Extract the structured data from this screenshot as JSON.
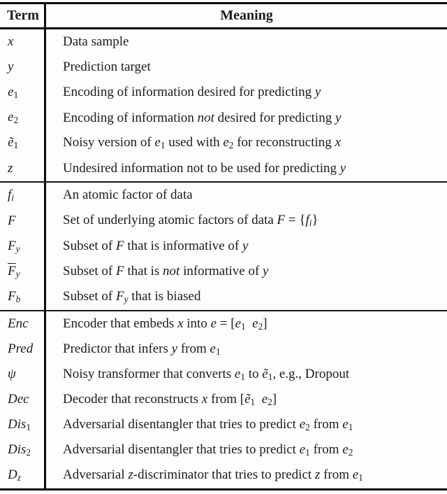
{
  "colors": {
    "background": "#fdfdfd",
    "text": "#1c1c1c",
    "rule": "#0a0a0a"
  },
  "header": {
    "term": "Term",
    "meaning": "Meaning"
  },
  "table": {
    "sections": [
      {
        "rows": [
          {
            "term": [
              {
                "t": "x",
                "s": "i"
              }
            ],
            "meaning": [
              {
                "t": "Data sample"
              }
            ]
          },
          {
            "term": [
              {
                "t": "y",
                "s": "i"
              }
            ],
            "meaning": [
              {
                "t": "Prediction target"
              }
            ]
          },
          {
            "term": [
              {
                "t": "e",
                "s": "i"
              },
              {
                "t": "1",
                "s": "sub"
              }
            ],
            "meaning": [
              {
                "t": "Encoding of information desired for predicting "
              },
              {
                "t": "y",
                "s": "i"
              }
            ]
          },
          {
            "term": [
              {
                "t": "e",
                "s": "i"
              },
              {
                "t": "2",
                "s": "sub"
              }
            ],
            "meaning": [
              {
                "t": "Encoding of information "
              },
              {
                "t": "not",
                "s": "i"
              },
              {
                "t": " desired for predicting "
              },
              {
                "t": "y",
                "s": "i"
              }
            ]
          },
          {
            "term": [
              {
                "t": "ẽ",
                "s": "i"
              },
              {
                "t": "1",
                "s": "sub"
              }
            ],
            "meaning": [
              {
                "t": "Noisy version of "
              },
              {
                "t": "e",
                "s": "i"
              },
              {
                "t": "1",
                "s": "sub"
              },
              {
                "t": " used with "
              },
              {
                "t": "e",
                "s": "i"
              },
              {
                "t": "2",
                "s": "sub"
              },
              {
                "t": " for reconstructing "
              },
              {
                "t": "x",
                "s": "i"
              }
            ]
          },
          {
            "term": [
              {
                "t": "z",
                "s": "i"
              }
            ],
            "meaning": [
              {
                "t": "Undesired information not to be used for predicting "
              },
              {
                "t": "y",
                "s": "i"
              }
            ]
          }
        ]
      },
      {
        "rows": [
          {
            "term": [
              {
                "t": "f",
                "s": "i"
              },
              {
                "t": "i",
                "s": "isub"
              }
            ],
            "meaning": [
              {
                "t": "An atomic factor of data"
              }
            ]
          },
          {
            "term": [
              {
                "t": "F",
                "s": "i"
              }
            ],
            "meaning": [
              {
                "t": "Set of underlying atomic factors of data "
              },
              {
                "t": "F",
                "s": "i"
              },
              {
                "t": " = {"
              },
              {
                "t": "f",
                "s": "i"
              },
              {
                "t": "i",
                "s": "isub"
              },
              {
                "t": "}"
              }
            ]
          },
          {
            "term": [
              {
                "t": "F",
                "s": "i"
              },
              {
                "t": "y",
                "s": "isub"
              }
            ],
            "meaning": [
              {
                "t": "Subset of "
              },
              {
                "t": "F",
                "s": "i"
              },
              {
                "t": " that is informative of "
              },
              {
                "t": "y",
                "s": "i"
              }
            ]
          },
          {
            "term": [
              {
                "t": "F",
                "s": "iol"
              },
              {
                "t": "y",
                "s": "isub"
              }
            ],
            "meaning": [
              {
                "t": "Subset of "
              },
              {
                "t": "F",
                "s": "i"
              },
              {
                "t": " that is "
              },
              {
                "t": "not",
                "s": "i"
              },
              {
                "t": " informative of "
              },
              {
                "t": "y",
                "s": "i"
              }
            ]
          },
          {
            "term": [
              {
                "t": "F",
                "s": "i"
              },
              {
                "t": "b",
                "s": "isub"
              }
            ],
            "meaning": [
              {
                "t": "Subset of "
              },
              {
                "t": "F",
                "s": "i"
              },
              {
                "t": "y",
                "s": "isub"
              },
              {
                "t": " that is biased"
              }
            ]
          }
        ]
      },
      {
        "rows": [
          {
            "term": [
              {
                "t": "Enc",
                "s": "i"
              }
            ],
            "meaning": [
              {
                "t": "Encoder that embeds "
              },
              {
                "t": "x",
                "s": "i"
              },
              {
                "t": " into "
              },
              {
                "t": "e",
                "s": "i"
              },
              {
                "t": " = ["
              },
              {
                "t": "e",
                "s": "i"
              },
              {
                "t": "1",
                "s": "sub"
              },
              {
                "t": "  "
              },
              {
                "t": "e",
                "s": "i"
              },
              {
                "t": "2",
                "s": "sub"
              },
              {
                "t": "]"
              }
            ]
          },
          {
            "term": [
              {
                "t": "Pred",
                "s": "i"
              }
            ],
            "meaning": [
              {
                "t": "Predictor that infers "
              },
              {
                "t": "y",
                "s": "i"
              },
              {
                "t": " from "
              },
              {
                "t": "e",
                "s": "i"
              },
              {
                "t": "1",
                "s": "sub"
              }
            ]
          },
          {
            "term": [
              {
                "t": "ψ",
                "s": "i"
              }
            ],
            "meaning": [
              {
                "t": "Noisy transformer that converts "
              },
              {
                "t": "e",
                "s": "i"
              },
              {
                "t": "1",
                "s": "sub"
              },
              {
                "t": " to "
              },
              {
                "t": "ẽ",
                "s": "i"
              },
              {
                "t": "1",
                "s": "sub"
              },
              {
                "t": ", e.g., Dropout"
              }
            ]
          },
          {
            "term": [
              {
                "t": "Dec",
                "s": "i"
              }
            ],
            "meaning": [
              {
                "t": "Decoder that reconstructs "
              },
              {
                "t": "x",
                "s": "i"
              },
              {
                "t": " from ["
              },
              {
                "t": "ẽ",
                "s": "i"
              },
              {
                "t": "1",
                "s": "sub"
              },
              {
                "t": "  "
              },
              {
                "t": "e",
                "s": "i"
              },
              {
                "t": "2",
                "s": "sub"
              },
              {
                "t": "]"
              }
            ]
          },
          {
            "term": [
              {
                "t": "Dis",
                "s": "i"
              },
              {
                "t": "1",
                "s": "sub"
              }
            ],
            "meaning": [
              {
                "t": "Adversarial disentangler that tries to predict "
              },
              {
                "t": "e",
                "s": "i"
              },
              {
                "t": "2",
                "s": "sub"
              },
              {
                "t": " from "
              },
              {
                "t": "e",
                "s": "i"
              },
              {
                "t": "1",
                "s": "sub"
              }
            ]
          },
          {
            "term": [
              {
                "t": "Dis",
                "s": "i"
              },
              {
                "t": "2",
                "s": "sub"
              }
            ],
            "meaning": [
              {
                "t": "Adversarial disentangler that tries to predict "
              },
              {
                "t": "e",
                "s": "i"
              },
              {
                "t": "1",
                "s": "sub"
              },
              {
                "t": " from "
              },
              {
                "t": "e",
                "s": "i"
              },
              {
                "t": "2",
                "s": "sub"
              }
            ]
          },
          {
            "term": [
              {
                "t": "D",
                "s": "i"
              },
              {
                "t": "z",
                "s": "isub"
              }
            ],
            "meaning": [
              {
                "t": "Adversarial "
              },
              {
                "t": "z",
                "s": "i"
              },
              {
                "t": "-discriminator that tries to predict "
              },
              {
                "t": "z",
                "s": "i"
              },
              {
                "t": " from "
              },
              {
                "t": "e",
                "s": "i"
              },
              {
                "t": "1",
                "s": "sub"
              }
            ]
          }
        ]
      }
    ]
  }
}
